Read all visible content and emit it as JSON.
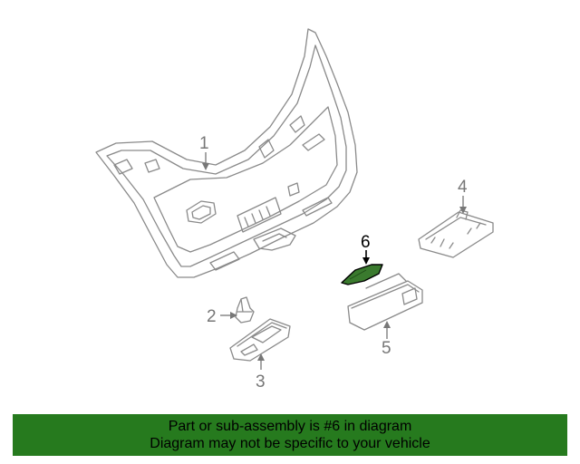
{
  "callouts": {
    "part_1": "1",
    "part_2": "2",
    "part_3": "3",
    "part_4": "4",
    "part_5": "5",
    "part_6": "6"
  },
  "highlight": {
    "part": "6",
    "color": "#3a7a2e"
  },
  "banner": {
    "line1": "Part or sub-assembly is #6 in diagram",
    "line2": "Diagram may not be specific to your vehicle",
    "background": "#267a1e"
  }
}
